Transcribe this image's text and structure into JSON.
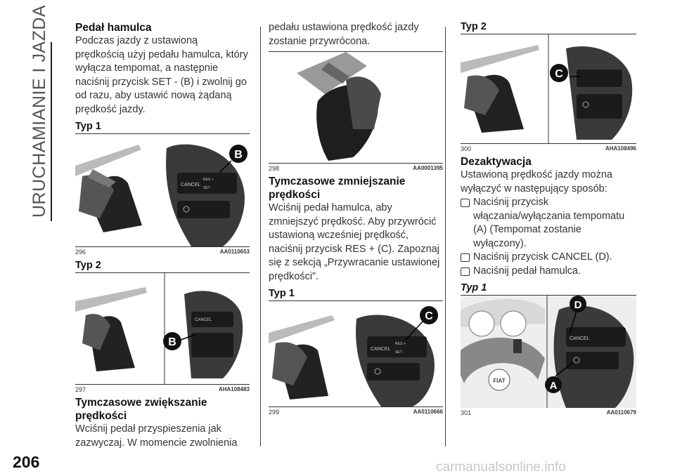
{
  "side_title": "URUCHAMIANIE I JAZDA",
  "page_number": "206",
  "watermark": "carmanualsonline.info",
  "col1": {
    "heading": "Pedał hamulca",
    "para": "Podczas jazdy z ustawioną prędkością użyj pedału hamulca, który wyłącza tempomat, a następnie naciśnij przycisk SET - (B) i zwolnij go od razu, aby ustawić nową żądaną prędkość jazdy.",
    "typ1": "Typ 1",
    "fig1_num": "296",
    "fig1_code": "AA0110653",
    "typ2": "Typ 2",
    "fig2_num": "297",
    "fig2_code": "AHA108483",
    "heading2": "Tymczasowe zwiększanie prędkości",
    "para2": "Wciśnij pedał przyspieszenia jak zazwyczaj. W momencie zwolnienia"
  },
  "col2": {
    "para": "pedału ustawiona prędkość jazdy zostanie przywrócona.",
    "fig1_num": "298",
    "fig1_code": "AA0001395",
    "heading": "Tymczasowe zmniejszanie prędkości",
    "para2": "Wciśnij pedał hamulca, aby zmniejszyć prędkość. Aby przywrócić ustawioną wcześniej prędkość, naciśnij przycisk RES + (C). Zapoznaj się z sekcją „Przywracanie ustawionej prędkości”.",
    "typ1": "Typ 1",
    "fig2_num": "299",
    "fig2_code": "AA0110666"
  },
  "col3": {
    "typ2": "Typ 2",
    "fig1_num": "300",
    "fig1_code": "AHA108496",
    "heading": "Dezaktywacja",
    "para": "Ustawioną prędkość jazdy można wyłączyć w następujący sposób:",
    "bullet1": "Naciśnij przycisk włączania/wyłączania tempomatu (A) (Tempomat zostanie wyłączony).",
    "bullet2": "Naciśnij przycisk CANCEL (D).",
    "bullet3": "Naciśnij pedał hamulca.",
    "typ1": "Typ 1",
    "fig2_num": "301",
    "fig2_code": "AA0110679"
  },
  "labels": {
    "b": "B",
    "c": "C",
    "d": "D",
    "a": "A",
    "cancel": "CANCEL",
    "res": "RES +",
    "set": "SET -",
    "brand": "FIAT"
  }
}
